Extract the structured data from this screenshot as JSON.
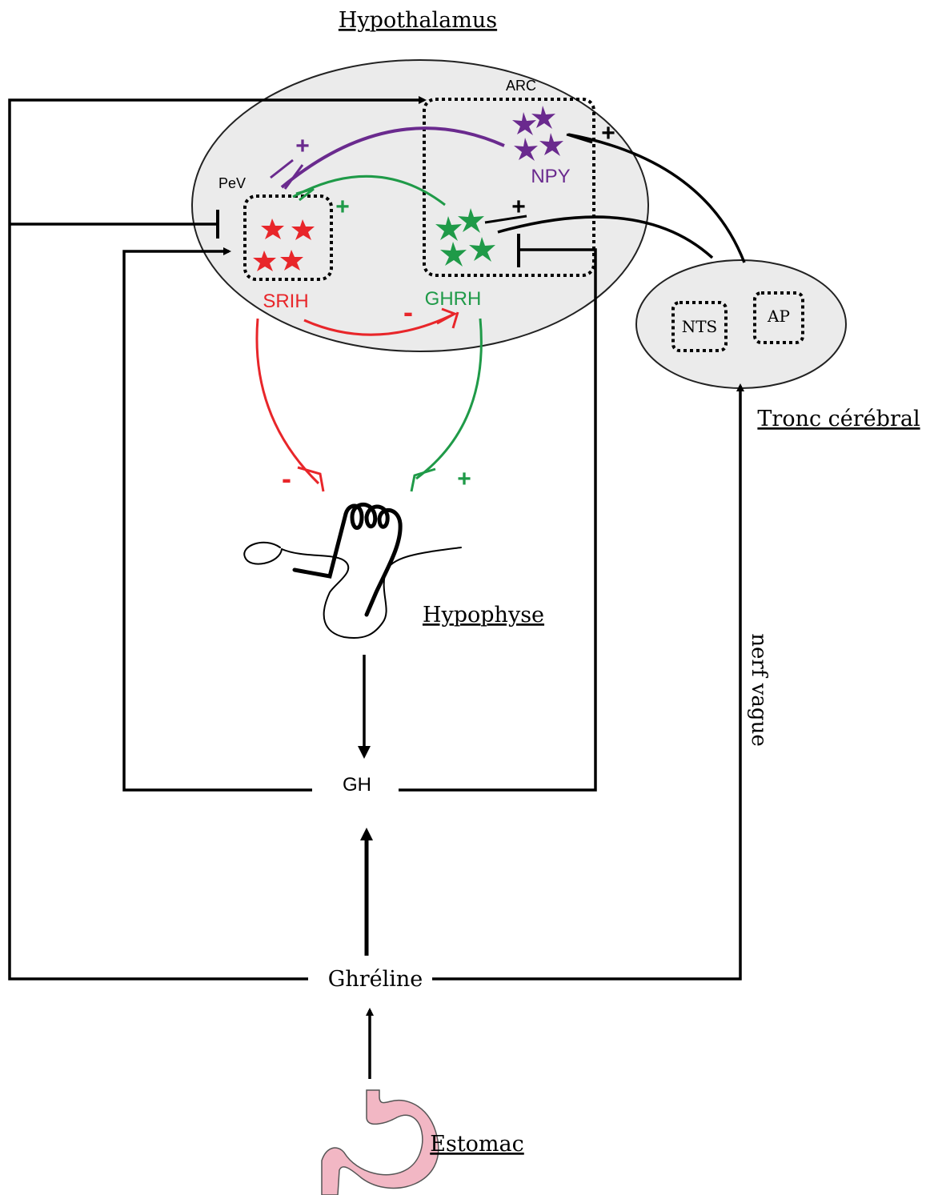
{
  "labels": {
    "hypothalamus": "Hypothalamus",
    "arc": "ARC",
    "pev": "PeV",
    "npy": "NPY",
    "srih": "SRIH",
    "ghrh": "GHRH",
    "nts": "NTS",
    "ap": "AP",
    "tronc": "Tronc cérébral",
    "hypophyse": "Hypophyse",
    "gh": "GH",
    "ghreline": "Ghréline",
    "nerf": "nerf vague",
    "estomac": "Estomac"
  },
  "signs": {
    "npy_to_pev": "+",
    "brainstem_to_npy": "+",
    "ghrh_to_srih": "+",
    "brainstem_to_ghrh": "+",
    "srih_to_ghrh": "-",
    "srih_to_pituitary": "-",
    "ghrh_to_pituitary": "+"
  },
  "colors": {
    "srih": "#e8262a",
    "ghrh": "#1f9a48",
    "npy": "#6a2a8e",
    "region_fill": "#ebebeb",
    "stomach": "#f2b7c4",
    "line": "#000000"
  }
}
